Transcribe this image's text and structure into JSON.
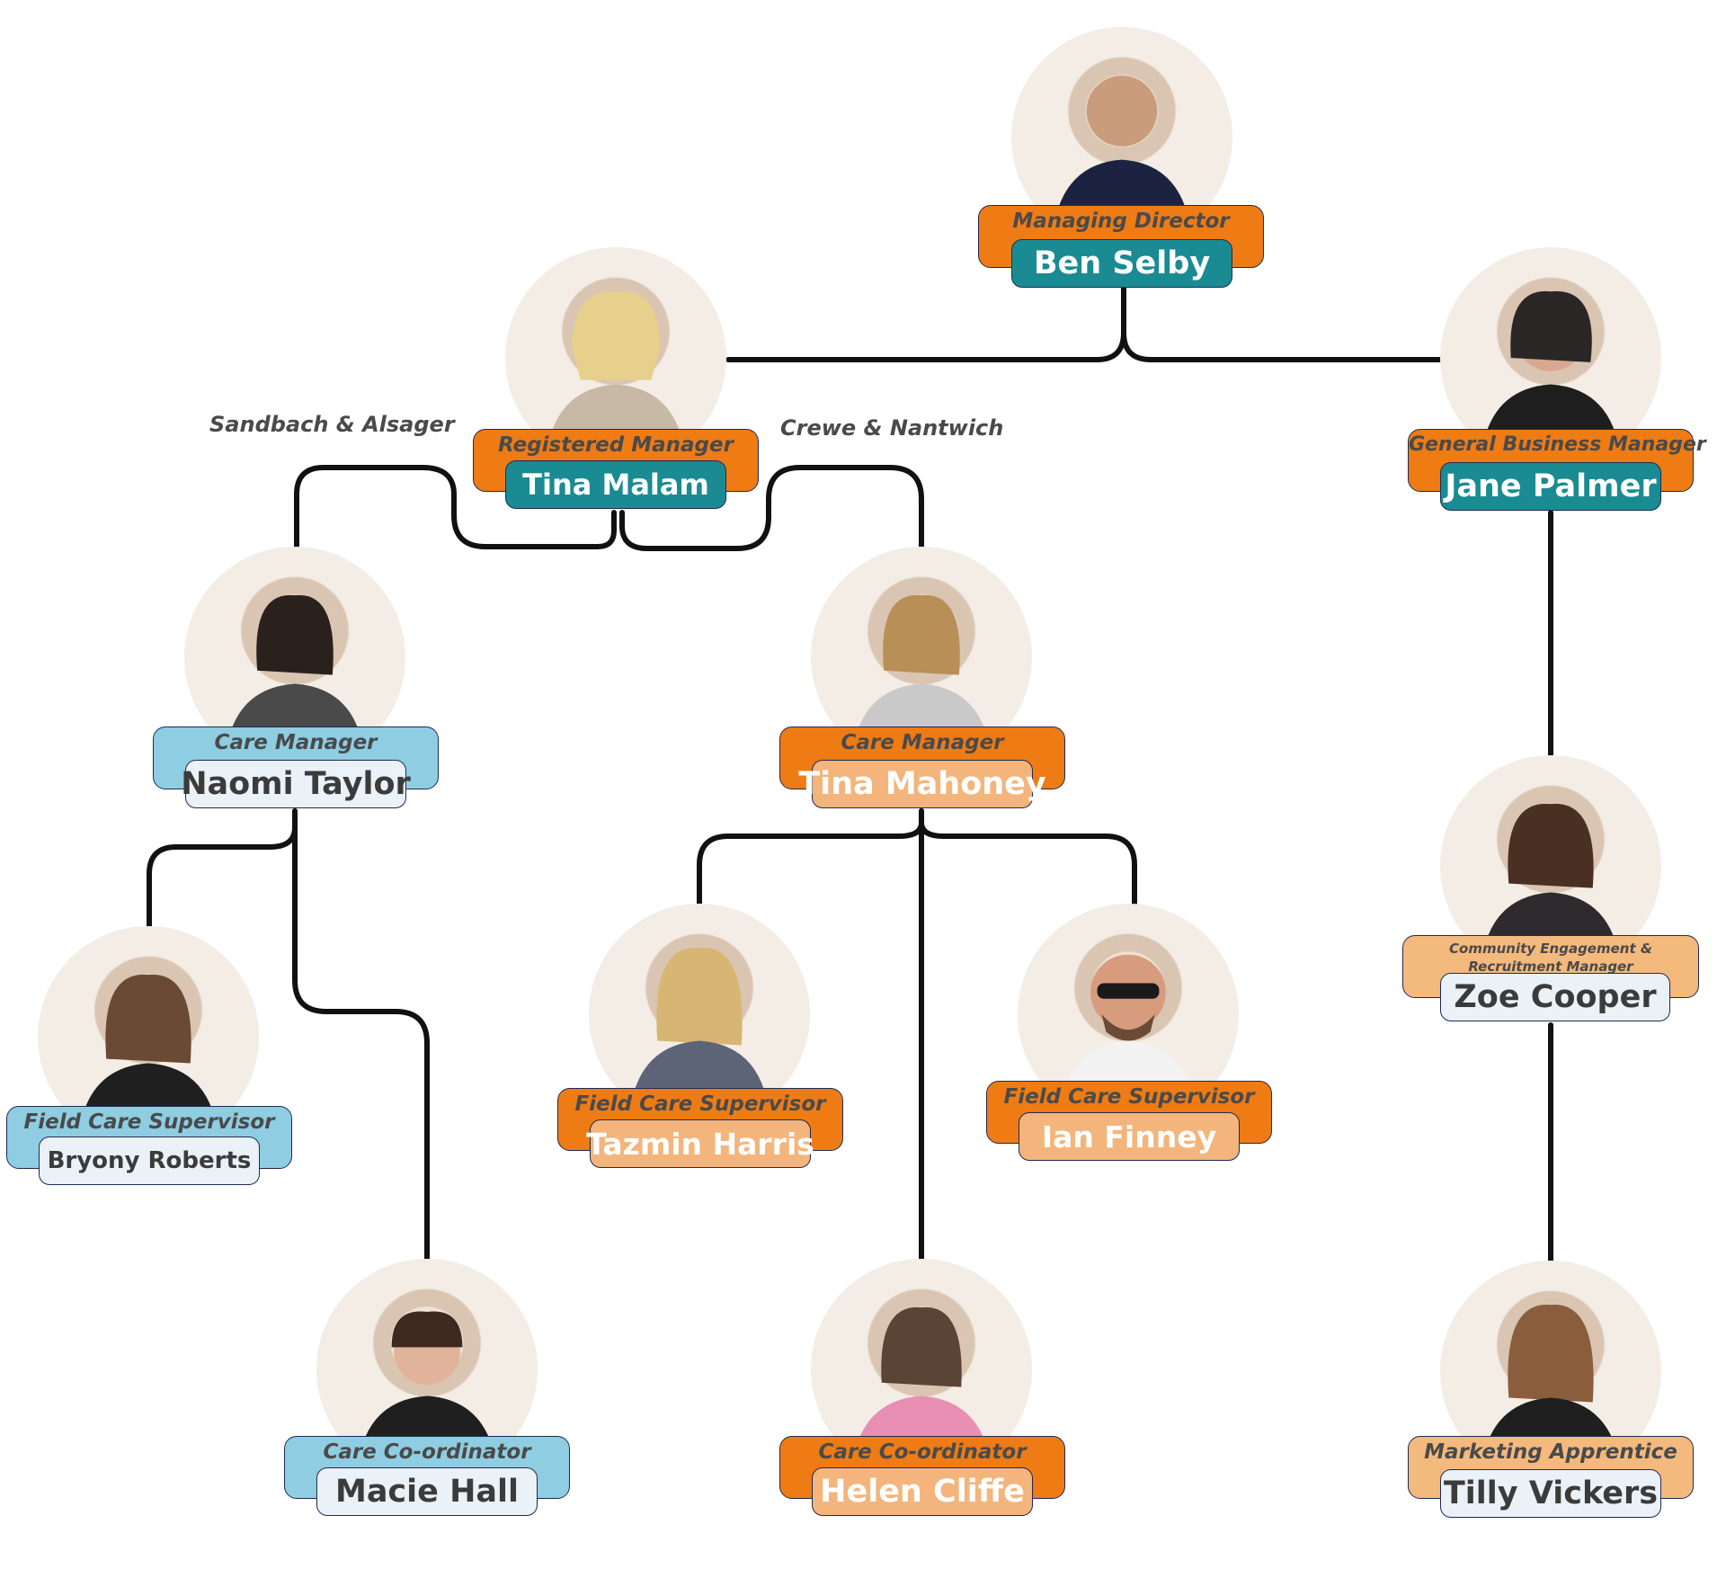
{
  "regions": {
    "left": "Sandbach & Alsager",
    "right": "Crewe & Nantwich"
  },
  "people": {
    "ben": {
      "role": "Managing Director",
      "name": "Ben Selby"
    },
    "tina_malam": {
      "role": "Registered Manager",
      "name": "Tina Malam"
    },
    "jane": {
      "role": "General Business Manager",
      "name": "Jane Palmer"
    },
    "naomi": {
      "role": "Care Manager",
      "name": "Naomi Taylor"
    },
    "tina_mahoney": {
      "role": "Care Manager",
      "name": "Tina Mahoney"
    },
    "zoe": {
      "role": "Community Engagement & Recruitment Manager",
      "name": "Zoe Cooper"
    },
    "bryony": {
      "role": "Field Care Supervisor",
      "name": "Bryony Roberts"
    },
    "tazmin": {
      "role": "Field Care Supervisor",
      "name": "Tazmin Harris"
    },
    "ian": {
      "role": "Field Care Supervisor",
      "name": "Ian Finney"
    },
    "macie": {
      "role": "Care Co-ordinator",
      "name": "Macie Hall"
    },
    "helen": {
      "role": "Care Co-ordinator",
      "name": "Helen Cliffe"
    },
    "tilly": {
      "role": "Marketing Apprentice",
      "name": "Tilly Vickers"
    }
  },
  "colors": {
    "orange": "#ee7b14",
    "teal": "#1a8b93",
    "peach": "#f3b57c",
    "light_blue": "#8ecde2",
    "pale": "#eaf2f8",
    "connector": "#111111"
  }
}
